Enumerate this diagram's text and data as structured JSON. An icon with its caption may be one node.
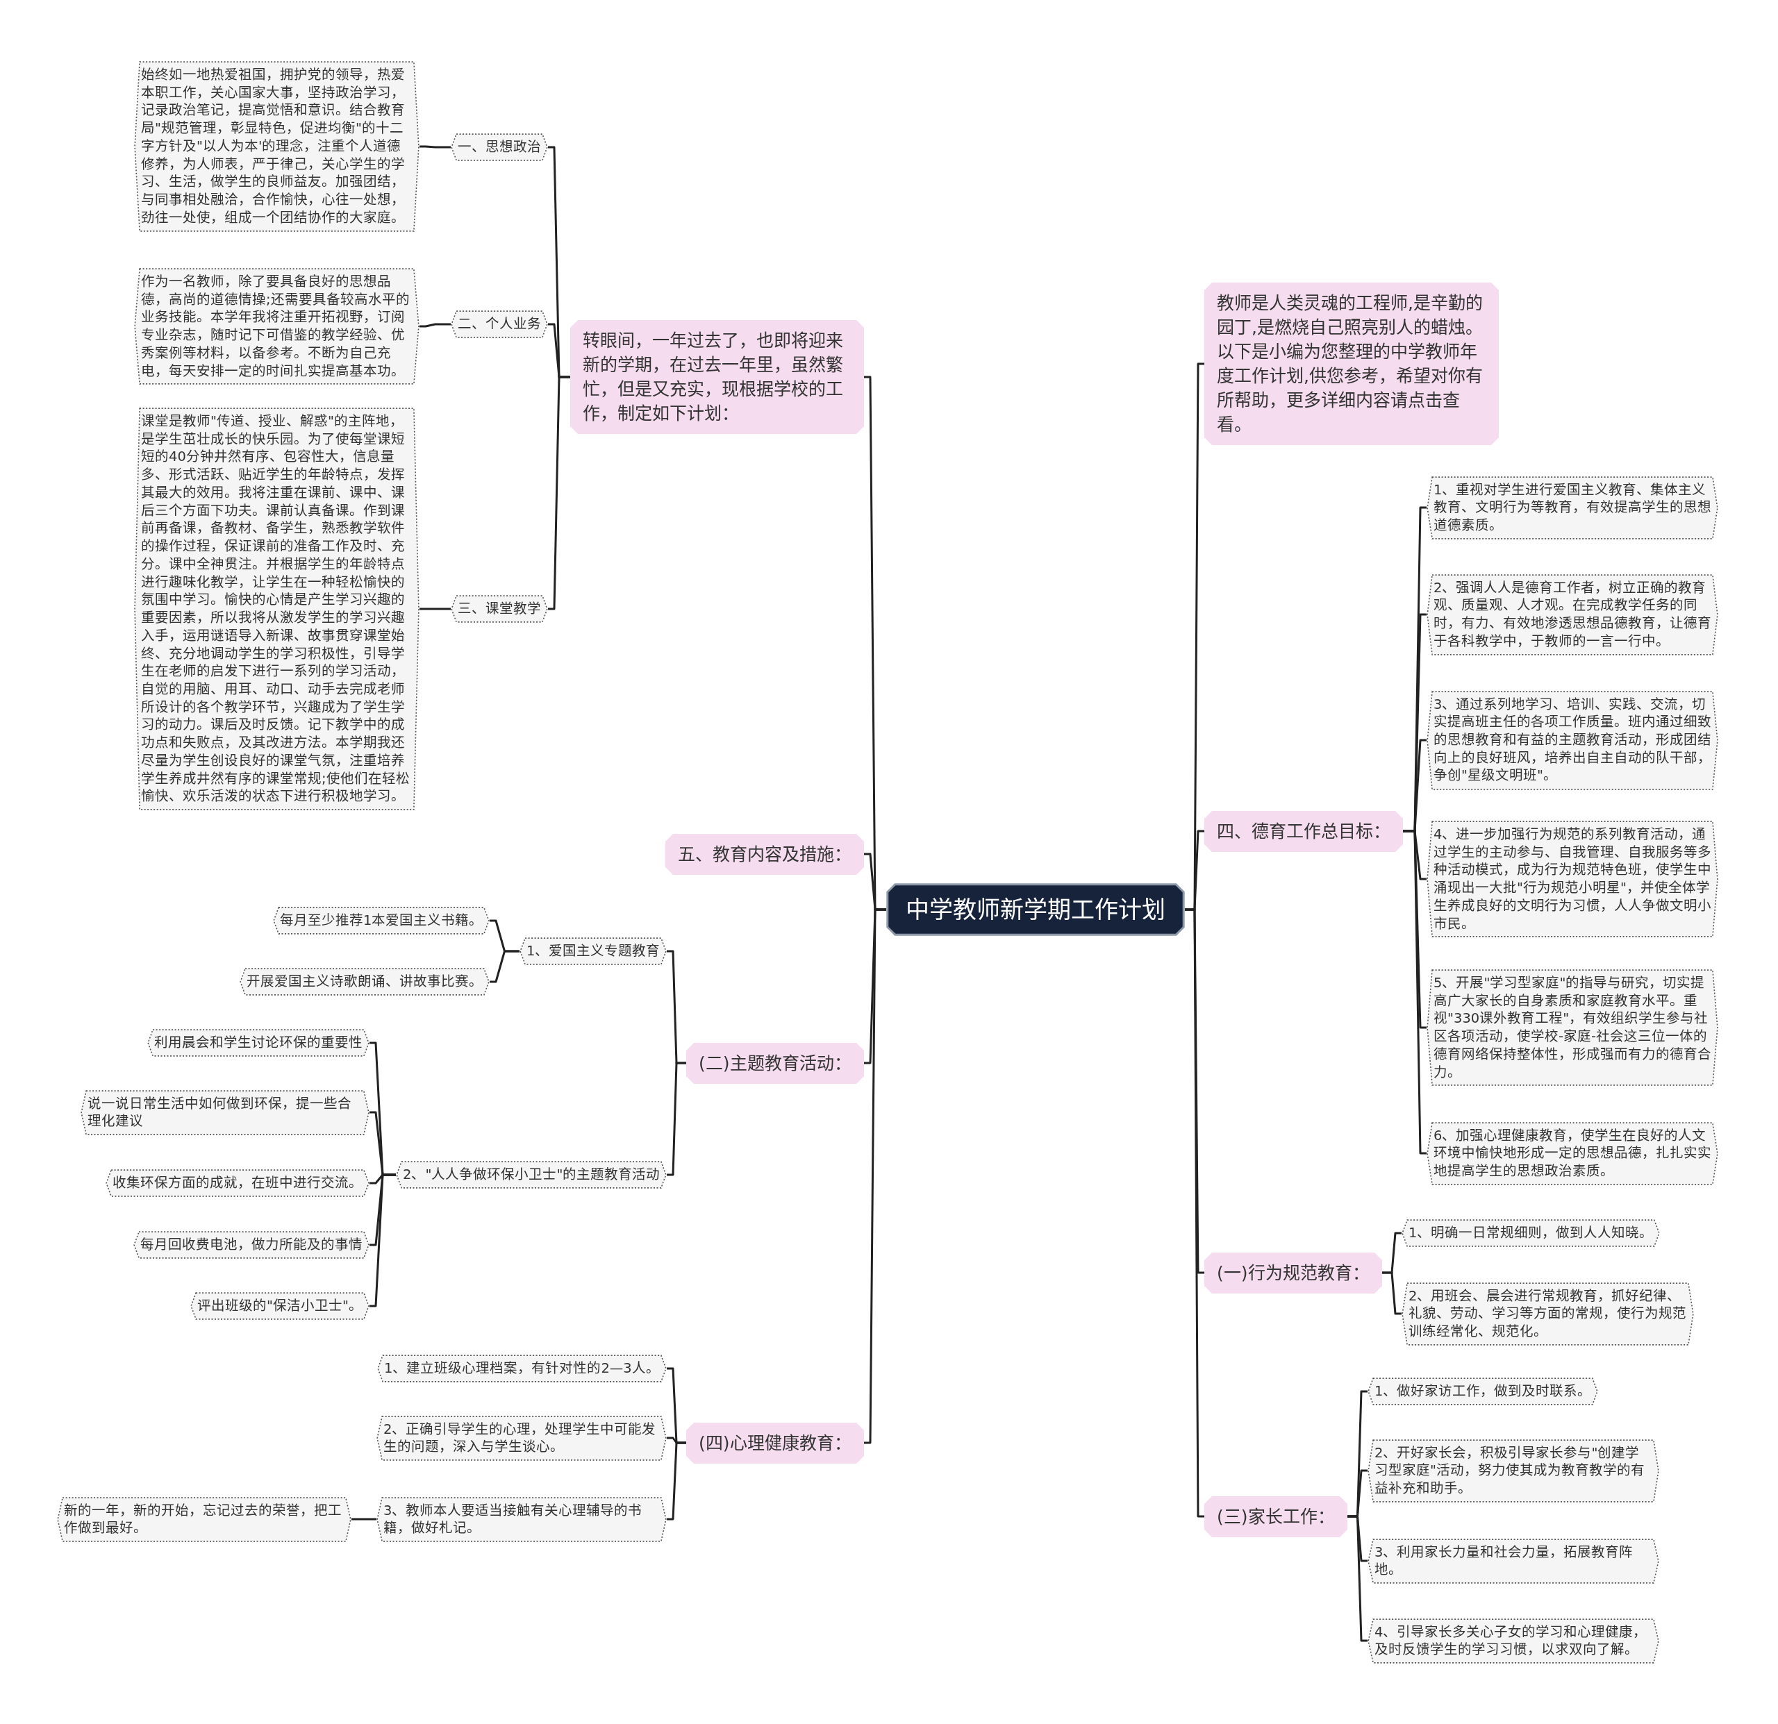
{
  "diagram": {
    "nodes": [
      {
        "text": [
          "中学教师新学期工作计划"
        ]
      },
      {
        "text": [
          "转眼间，一年过去了，也即将迎来新的学期，在过去一年里，虽然繁忙，但是又充实，现根据学校的工作，制定如下计划："
        ]
      },
      {
        "text": [
          "一、思想政治"
        ]
      },
      {
        "text": [
          "始终如一地热爱祖国，拥护党的领导，热爱本职工作，关心国家大事，坚持政治学习，记录政治笔记，提高觉悟和意识。结合教育局\"规范管理，彰显特色，促进均衡\"的十二字方针及\"以人为本'的理念，注重个人道德修养，为人师表，严于律己，关心学生的学习、生活，做学生的良师益友。加强团结，与同事相处融洽，合作愉快，心往一处想，劲往一处使，组成一个团结协作的大家庭。"
        ]
      },
      {
        "text": [
          "二、个人业务"
        ]
      },
      {
        "text": [
          "作为一名教师，除了要具备良好的思想品德，高尚的道德情操;还需要具备较高水平的业务技能。本学年我将注重开拓视野，订阅专业杂志，随时记下可借鉴的教学经验、优秀案例等材料，以备参考。不断为自己充电，每天安排一定的时间扎实提高基本功。"
        ]
      },
      {
        "text": [
          "三、课堂教学"
        ]
      },
      {
        "text": [
          "课堂是教师\"传道、授业、解惑\"的主阵地，是学生茁壮成长的快乐园。为了使每堂课短短的40分钟井然有序、包容性大，信息量多、形式活跃、贴近学生的年龄特点，发挥其最大的效用。我将注重在课前、课中、课后三个方面下功夫。课前认真备课。作到课前再备课，备教材、备学生，熟悉教学软件的操作过程，保证课前的准备工作及时、充分。课中全神贯注。并根据学生的年龄特点进行趣味化教学，让学生在一种轻松愉快的氛围中学习。愉快的心情是产生学习兴趣的重要因素，所以我将从激发学生的学习兴趣入手，运用谜语导入新课、故事贯穿课堂始终、充分地调动学生的学习积极性，引导学生在老师的启发下进行一系列的学习活动，自觉的用脑、用耳、动口、动手去完成老师所设计的各个教学环节，兴趣成为了学生学习的动力。课后及时反馈。记下教学中的成功点和失败点，及其改进方法。本学期我还尽量为学生创设良好的课堂气氛，注重培养学生养成井然有序的课堂常规;使他们在轻松愉快、欢乐活泼的状态下进行积极地学习。"
        ]
      },
      {
        "text": [
          "五、教育内容及措施："
        ]
      },
      {
        "text": [
          "(二)主题教育活动："
        ]
      },
      {
        "text": [
          "1、爱国主义专题教育"
        ]
      },
      {
        "text": [
          "每月至少推荐1本爱国主义书籍。"
        ]
      },
      {
        "text": [
          "开展爱国主义诗歌朗诵、讲故事比赛。"
        ]
      },
      {
        "text": [
          "2、\"人人争做环保小卫士\"的主题教育活动"
        ]
      },
      {
        "text": [
          "利用晨会和学生讨论环保的重要性"
        ]
      },
      {
        "text": [
          "说一说日常生活中如何做到环保，提一些合理化建议"
        ]
      },
      {
        "text": [
          "收集环保方面的成就，在班中进行交流。"
        ]
      },
      {
        "text": [
          "每月回收费电池，做力所能及的事情"
        ]
      },
      {
        "text": [
          "评出班级的\"保洁小卫士\"。"
        ]
      },
      {
        "text": [
          "(四)心理健康教育："
        ]
      },
      {
        "text": [
          "1、建立班级心理档案，有针对性的2—3人。"
        ]
      },
      {
        "text": [
          "2、正确引导学生的心理，处理学生中可能发生的问题，深入与学生谈心。"
        ]
      },
      {
        "text": [
          "3、教师本人要适当接触有关心理辅导的书籍，做好札记。"
        ]
      },
      {
        "text": [
          "新的一年，新的开始，忘记过去的荣誉，把工作做到最好。"
        ]
      },
      {
        "text": [
          "教师是人类灵魂的工程师,是辛勤的园丁,是燃烧自己照亮别人的蜡烛。以下是小编为您整理的中学教师年度工作计划,供您参考，希望对你有所帮助，更多详细内容请点击查看。"
        ]
      },
      {
        "text": [
          "四、德育工作总目标："
        ]
      },
      {
        "text": [
          "1、重视对学生进行爱国主义教育、集体主义教育、文明行为等教育，有效提高学生的思想道德素质。"
        ]
      },
      {
        "text": [
          "2、强调人人是德育工作者，树立正确的教育观、质量观、人才观。在完成教学任务的同时，有力、有效地渗透思想品德教育，让德育于各科教学中，于教师的一言一行中。"
        ]
      },
      {
        "text": [
          "3、通过系列地学习、培训、实践、交流，切实提高班主任的各项工作质量。班内通过细致的思想教育和有益的主题教育活动，形成团结向上的良好班风，培养出自主自动的队干部，争创\"星级文明班\"。"
        ]
      },
      {
        "text": [
          "4、进一步加强行为规范的系列教育活动，通过学生的主动参与、自我管理、自我服务等多种活动模式，成为行为规范特色班，使学生中涌现出一大批\"行为规范小明星\"，并使全体学生养成良好的文明行为习惯，人人争做文明小市民。"
        ]
      },
      {
        "text": [
          "5、开展\"学习型家庭\"的指导与研究，切实提高广大家长的自身素质和家庭教育水平。重视\"330课外教育工程\"，有效组织学生参与社区各项活动，使学校-家庭-社会这三位一体的德育网络保持整体性，形成强而有力的德育合力。"
        ]
      },
      {
        "text": [
          "6、加强心理健康教育，使学生在良好的人文环境中愉快地形成一定的思想品德，扎扎实实地提高学生的思想政治素质。"
        ]
      },
      {
        "text": [
          "(一)行为规范教育："
        ]
      },
      {
        "text": [
          "1、明确一日常规细则，做到人人知晓。"
        ]
      },
      {
        "text": [
          "2、用班会、晨会进行常规教育，抓好纪律、礼貌、劳动、学习等方面的常规，使行为规范训练经常化、规范化。"
        ]
      },
      {
        "text": [
          "(三)家长工作："
        ]
      },
      {
        "text": [
          "1、做好家访工作，做到及时联系。"
        ]
      },
      {
        "text": [
          "2、开好家长会，积极引导家长参与\"创建学习型家庭\"活动，努力使其成为教育教学的有益补充和助手。"
        ]
      },
      {
        "text": [
          "3、利用家长力量和社会力量，拓展教育阵地。"
        ]
      },
      {
        "text": [
          "4、引导家长多关心子女的学习和心理健康，及时反馈学生的学习习惯，以求双向了解。"
        ]
      }
    ],
    "edges": [
      {
        "from": 0,
        "to": 1,
        "arrow": "none"
      },
      {
        "from": 1,
        "to": 2,
        "arrow": "none"
      },
      {
        "from": 2,
        "to": 3,
        "arrow": "none"
      },
      {
        "from": 1,
        "to": 4,
        "arrow": "none"
      },
      {
        "from": 4,
        "to": 5,
        "arrow": "none"
      },
      {
        "from": 1,
        "to": 6,
        "arrow": "none"
      },
      {
        "from": 6,
        "to": 7,
        "arrow": "none"
      },
      {
        "from": 0,
        "to": 8,
        "arrow": "none"
      },
      {
        "from": 0,
        "to": 9,
        "arrow": "none"
      },
      {
        "from": 9,
        "to": 10,
        "arrow": "none"
      },
      {
        "from": 10,
        "to": 11,
        "arrow": "none"
      },
      {
        "from": 10,
        "to": 12,
        "arrow": "none"
      },
      {
        "from": 9,
        "to": 13,
        "arrow": "none"
      },
      {
        "from": 13,
        "to": 14,
        "arrow": "none"
      },
      {
        "from": 13,
        "to": 15,
        "arrow": "none"
      },
      {
        "from": 13,
        "to": 16,
        "arrow": "none"
      },
      {
        "from": 13,
        "to": 17,
        "arrow": "none"
      },
      {
        "from": 13,
        "to": 18,
        "arrow": "none"
      },
      {
        "from": 0,
        "to": 19,
        "arrow": "none"
      },
      {
        "from": 19,
        "to": 20,
        "arrow": "none"
      },
      {
        "from": 19,
        "to": 21,
        "arrow": "none"
      },
      {
        "from": 19,
        "to": 22,
        "arrow": "none"
      },
      {
        "from": 22,
        "to": 23,
        "arrow": "none"
      },
      {
        "from": 0,
        "to": 24,
        "arrow": "none"
      },
      {
        "from": 0,
        "to": 25,
        "arrow": "none"
      },
      {
        "from": 25,
        "to": 26,
        "arrow": "none"
      },
      {
        "from": 25,
        "to": 27,
        "arrow": "none"
      },
      {
        "from": 25,
        "to": 28,
        "arrow": "none"
      },
      {
        "from": 25,
        "to": 29,
        "arrow": "none"
      },
      {
        "from": 25,
        "to": 30,
        "arrow": "none"
      },
      {
        "from": 25,
        "to": 31,
        "arrow": "none"
      },
      {
        "from": 0,
        "to": 32,
        "arrow": "none"
      },
      {
        "from": 32,
        "to": 33,
        "arrow": "none"
      },
      {
        "from": 32,
        "to": 34,
        "arrow": "none"
      },
      {
        "from": 0,
        "to": 35,
        "arrow": "none"
      },
      {
        "from": 35,
        "to": 36,
        "arrow": "none"
      },
      {
        "from": 35,
        "to": 37,
        "arrow": "none"
      },
      {
        "from": 35,
        "to": 38,
        "arrow": "none"
      },
      {
        "from": 35,
        "to": 39,
        "arrow": "none"
      }
    ]
  }
}
